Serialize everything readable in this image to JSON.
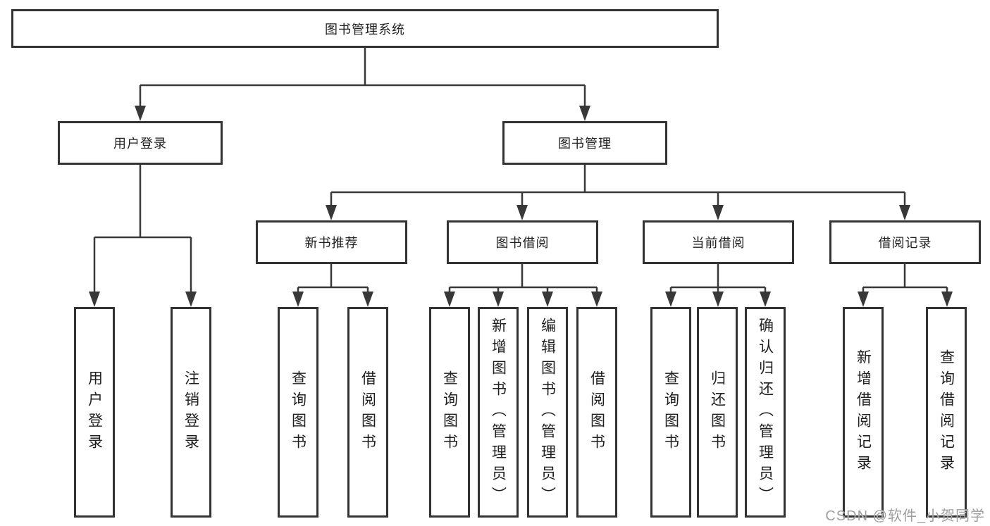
{
  "page": {
    "background": "#ffffff"
  },
  "diagram": {
    "type": "hierarchy-tree",
    "title": "图书管理系统",
    "colors": {
      "border": "#333333",
      "line": "#383838",
      "text": "#1f1f1f",
      "box_bg": "#ffffff"
    },
    "nodes": [
      {
        "id": "root",
        "label": "图书管理系统",
        "parent": null,
        "orientation": "horizontal"
      },
      {
        "id": "user-login",
        "label": "用户登录",
        "parent": "root",
        "orientation": "horizontal"
      },
      {
        "id": "book-mgmt",
        "label": "图书管理",
        "parent": "root",
        "orientation": "horizontal"
      },
      {
        "id": "leaf-user-login",
        "label": "用户登录",
        "parent": "user-login",
        "orientation": "vertical"
      },
      {
        "id": "leaf-logout",
        "label": "注销登录",
        "parent": "user-login",
        "orientation": "vertical"
      },
      {
        "id": "new-book-rec",
        "label": "新书推荐",
        "parent": "book-mgmt",
        "orientation": "horizontal"
      },
      {
        "id": "book-borrow",
        "label": "图书借阅",
        "parent": "book-mgmt",
        "orientation": "horizontal"
      },
      {
        "id": "current-borrow",
        "label": "当前借阅",
        "parent": "book-mgmt",
        "orientation": "horizontal"
      },
      {
        "id": "borrow-record",
        "label": "借阅记录",
        "parent": "book-mgmt",
        "orientation": "horizontal"
      },
      {
        "id": "nbr-query",
        "label": "查询图书",
        "parent": "new-book-rec",
        "orientation": "vertical"
      },
      {
        "id": "nbr-borrow",
        "label": "借阅图书",
        "parent": "new-book-rec",
        "orientation": "vertical"
      },
      {
        "id": "bb-query",
        "label": "查询图书",
        "parent": "book-borrow",
        "orientation": "vertical"
      },
      {
        "id": "bb-add",
        "label": "新增图书（管理员）",
        "parent": "book-borrow",
        "orientation": "vertical"
      },
      {
        "id": "bb-edit",
        "label": "编辑图书（管理员）",
        "parent": "book-borrow",
        "orientation": "vertical"
      },
      {
        "id": "bb-borrow",
        "label": "借阅图书",
        "parent": "book-borrow",
        "orientation": "vertical"
      },
      {
        "id": "cb-query",
        "label": "查询图书",
        "parent": "current-borrow",
        "orientation": "vertical"
      },
      {
        "id": "cb-return",
        "label": "归还图书",
        "parent": "current-borrow",
        "orientation": "vertical"
      },
      {
        "id": "cb-confirm",
        "label": "确认归还（管理员）",
        "parent": "current-borrow",
        "orientation": "vertical"
      },
      {
        "id": "br-add",
        "label": "新增借阅记录",
        "parent": "borrow-record",
        "orientation": "vertical"
      },
      {
        "id": "br-query",
        "label": "查询借阅记录",
        "parent": "borrow-record",
        "orientation": "vertical"
      }
    ]
  },
  "watermark": {
    "text": "CSDN @软件_小贺同学",
    "color": "#9e9e9e"
  }
}
